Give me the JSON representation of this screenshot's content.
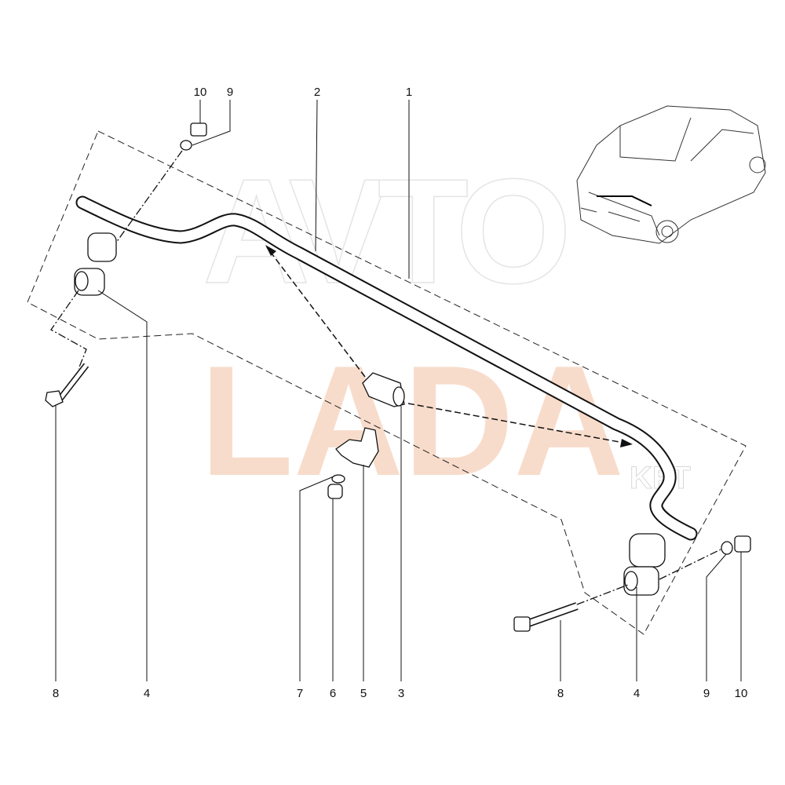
{
  "watermark": {
    "brand": "LADA",
    "sub": "KFT",
    "faint": "AVTO"
  },
  "colors": {
    "watermark": "#f8dccb",
    "line": "#111111"
  },
  "callouts": {
    "top": [
      "10",
      "9",
      "2",
      "1"
    ],
    "bottom": [
      "8",
      "4",
      "7",
      "6",
      "5",
      "3",
      "8",
      "4",
      "9",
      "10"
    ]
  }
}
